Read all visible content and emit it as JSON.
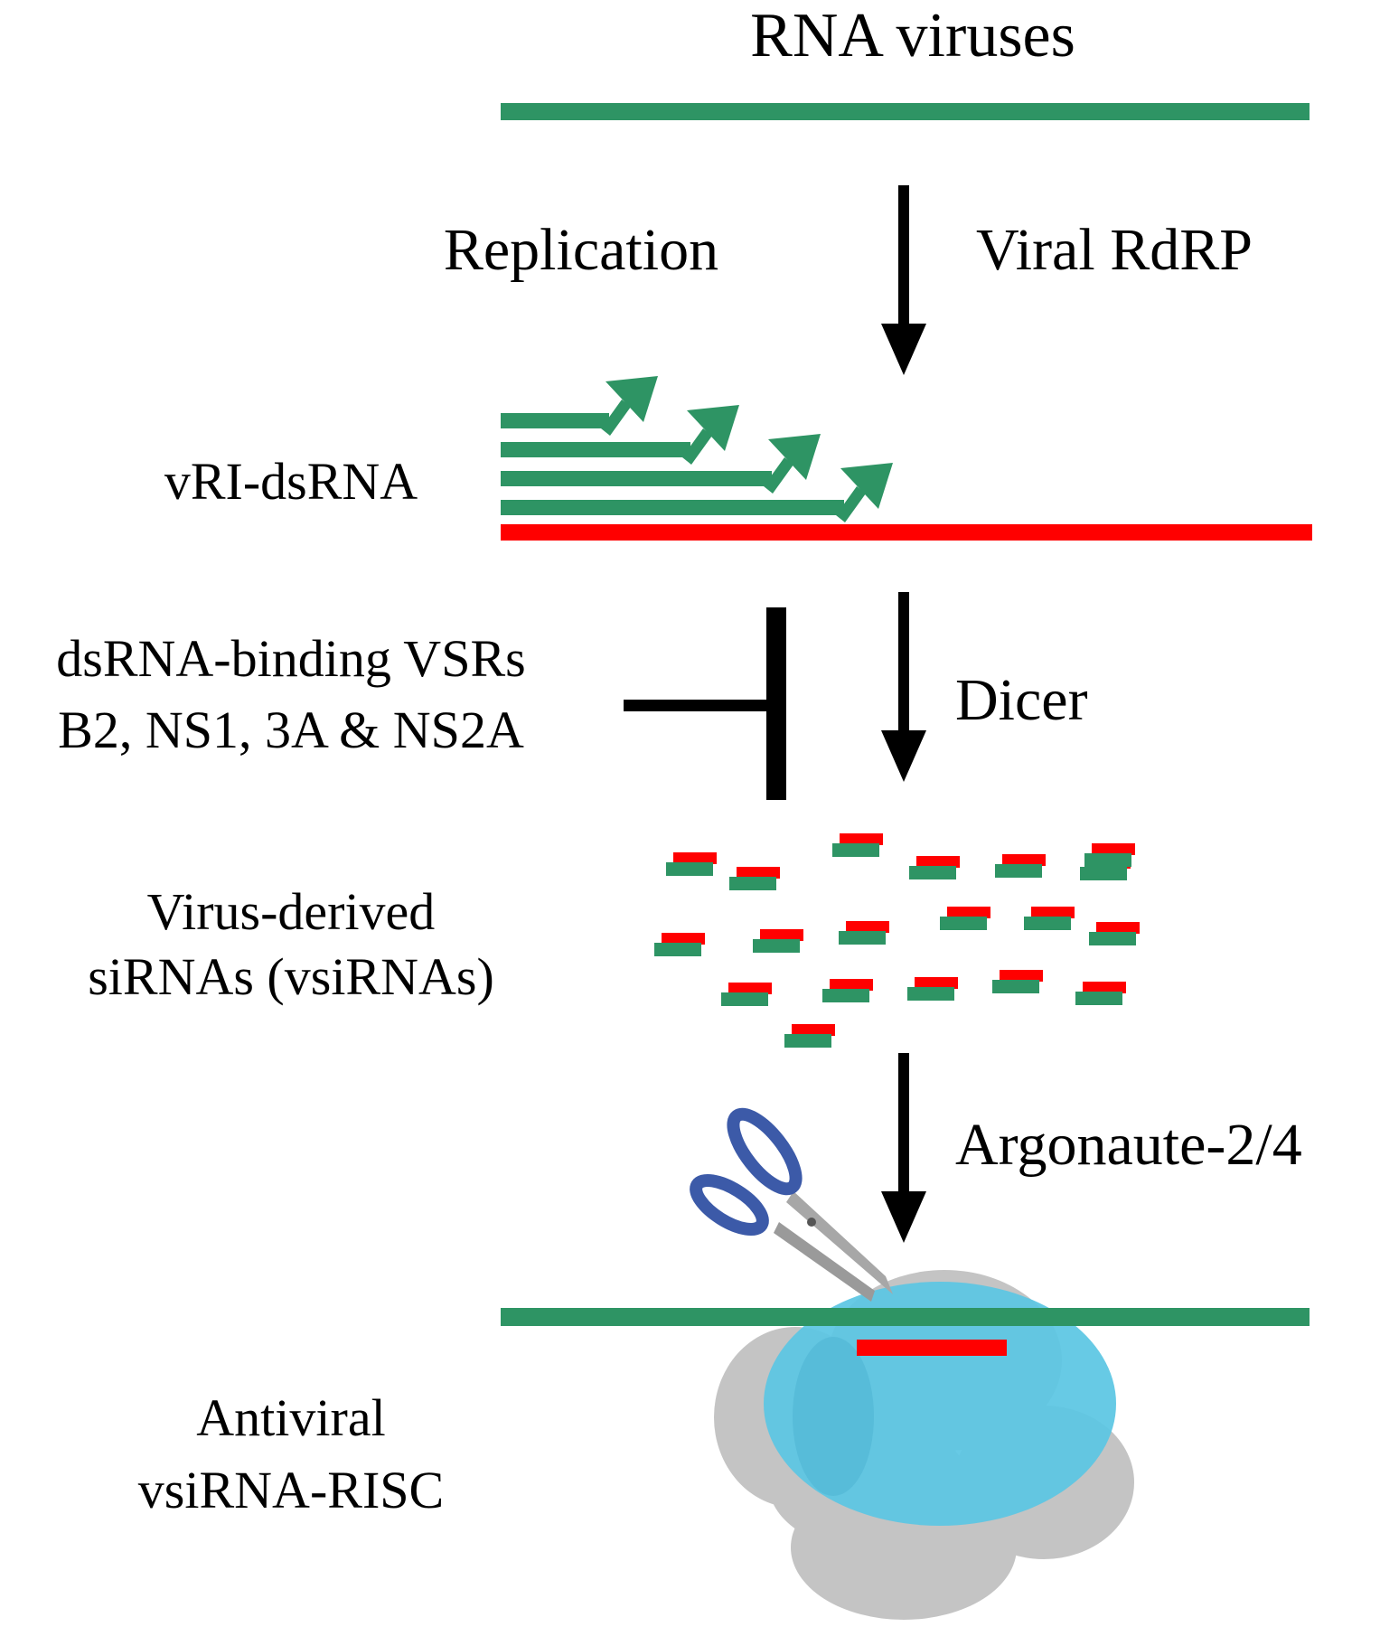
{
  "colors": {
    "virus_strand": "#2e9464",
    "complement_strand": "#ff0000",
    "arrow": "#000000",
    "ago": "#5bc6e3",
    "risc": "#c4c4c4",
    "scissor_handle": "#3c5aa8",
    "scissor_blade": "#a7a7a7"
  },
  "title": "RNA viruses",
  "steps": {
    "replication": {
      "left_label": "Replication",
      "right_label": "Viral RdRP"
    },
    "dicing": {
      "right_label": "Dicer"
    },
    "loading": {
      "right_label": "Argonaute-2/4"
    }
  },
  "intermediates": {
    "vri_dsrna": "vRI-dsRNA",
    "vsirna_line1": "Virus-derived",
    "vsirna_line2": "siRNAs (vsiRNAs)",
    "risc_line1": "Antiviral",
    "risc_line2": "vsiRNA-RISC"
  },
  "inhibitor": {
    "line1": "dsRNA-binding VSRs",
    "line2": "B2, NS1, 3A & NS2A"
  },
  "icons": [
    "scissors-icon",
    "argonaute-shape",
    "risc-cloud"
  ]
}
